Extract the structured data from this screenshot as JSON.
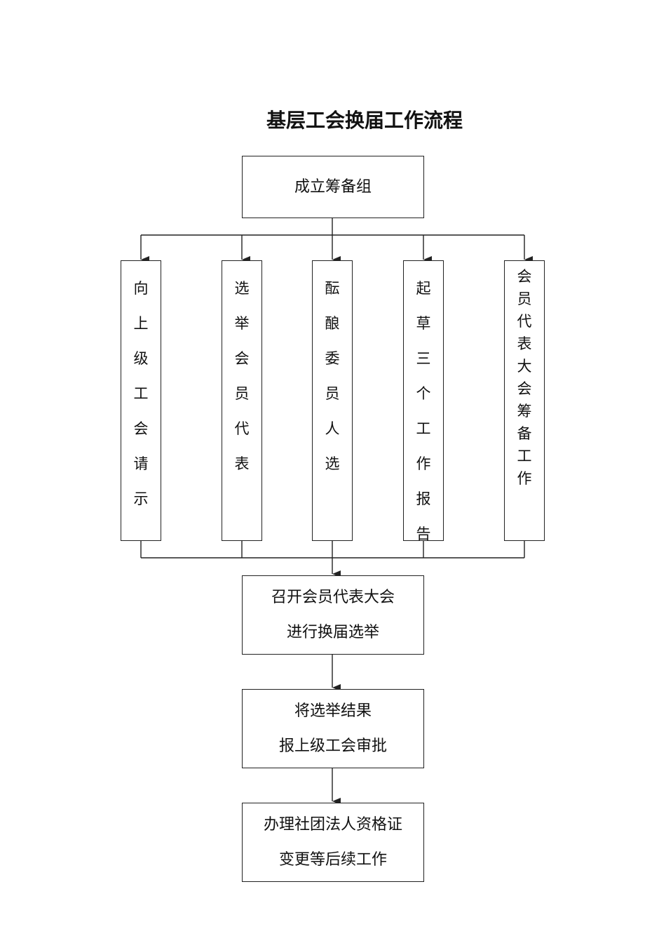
{
  "title": "基层工会换届工作流程",
  "steps": {
    "step1": "成立筹备组",
    "branches": [
      "向上级工会请示",
      "选举会员代表",
      "酝酿委员人选",
      "起草三个工作报告",
      "会员代表大会筹备工作"
    ],
    "step2": [
      "召开会员代表大会",
      "进行换届选举"
    ],
    "step3": [
      "将选举结果",
      "报上级工会审批"
    ],
    "step4": [
      "办理社团法人资格证",
      "变更等后续工作"
    ]
  },
  "colors": {
    "line": "#222222",
    "text": "#111111",
    "background": "#ffffff"
  }
}
